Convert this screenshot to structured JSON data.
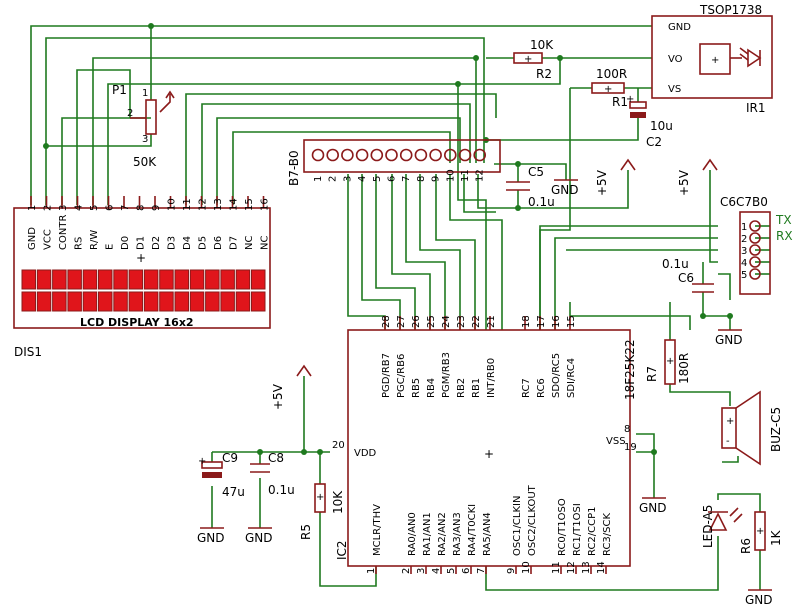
{
  "lcd": {
    "ref": "DIS1",
    "title": "LCD DISPLAY 16x2",
    "pins": [
      {
        "num": "1",
        "label": "GND"
      },
      {
        "num": "2",
        "label": "VCC"
      },
      {
        "num": "3",
        "label": "CONTR"
      },
      {
        "num": "4",
        "label": "RS"
      },
      {
        "num": "5",
        "label": "R/W"
      },
      {
        "num": "6",
        "label": "E"
      },
      {
        "num": "7",
        "label": "D0"
      },
      {
        "num": "8",
        "label": "D1"
      },
      {
        "num": "9",
        "label": "D2"
      },
      {
        "num": "10",
        "label": "D3"
      },
      {
        "num": "11",
        "label": "D4"
      },
      {
        "num": "12",
        "label": "D5"
      },
      {
        "num": "13",
        "label": "D6"
      },
      {
        "num": "14",
        "label": "D7"
      },
      {
        "num": "15",
        "label": "NC"
      },
      {
        "num": "16",
        "label": "NC"
      }
    ]
  },
  "pot": {
    "ref": "P1",
    "value": "50K",
    "pins": [
      "1",
      "2",
      "3"
    ]
  },
  "resistors": [
    {
      "ref": "R2",
      "value": "10K"
    },
    {
      "ref": "R1",
      "value": "100R"
    },
    {
      "ref": "R7",
      "value": "180R"
    },
    {
      "ref": "R5",
      "value": "10K"
    },
    {
      "ref": "R6",
      "value": "1K"
    }
  ],
  "capacitors": [
    {
      "ref": "C2",
      "value": "10u"
    },
    {
      "ref": "C5",
      "value": "0.1u"
    },
    {
      "ref": "C6",
      "value": "0.1u"
    },
    {
      "ref": "C9",
      "value": "47u"
    },
    {
      "ref": "C8",
      "value": "0.1u"
    }
  ],
  "ir": {
    "part": "TSOP1738",
    "ref": "IR1",
    "pins": [
      "GND",
      "VO",
      "VS"
    ]
  },
  "header_b": {
    "label": "B7-B0",
    "pins": [
      "1",
      "2",
      "3",
      "4",
      "5",
      "6",
      "7",
      "8",
      "9",
      "10",
      "11",
      "12"
    ]
  },
  "header_c": {
    "label": "C6C7B0",
    "pins": [
      "1",
      "2",
      "3",
      "4",
      "5"
    ],
    "tx": "TX",
    "rx": "RX"
  },
  "power": {
    "plus5v": "+5V",
    "gnd": "GND"
  },
  "mcu": {
    "ref": "IC2",
    "part": "18F25K22",
    "top_pins": [
      {
        "num": "28",
        "label": "PGD/RB7"
      },
      {
        "num": "27",
        "label": "PGC/RB6"
      },
      {
        "num": "26",
        "label": "RB5"
      },
      {
        "num": "25",
        "label": "RB4"
      },
      {
        "num": "24",
        "label": "PGM/RB3"
      },
      {
        "num": "23",
        "label": "RB2"
      },
      {
        "num": "22",
        "label": "RB1"
      },
      {
        "num": "21",
        "label": "INT/RB0"
      },
      {
        "num": "18",
        "label": "RC7"
      },
      {
        "num": "17",
        "label": "RC6"
      },
      {
        "num": "16",
        "label": "SDO/RC5"
      },
      {
        "num": "15",
        "label": "SDI/RC4"
      }
    ],
    "bottom_pins": [
      {
        "num": "1",
        "label": "MCLR/THV"
      },
      {
        "num": "2",
        "label": "RA0/AN0"
      },
      {
        "num": "3",
        "label": "RA1/AN1"
      },
      {
        "num": "4",
        "label": "RA2/AN2"
      },
      {
        "num": "5",
        "label": "RA3/AN3"
      },
      {
        "num": "6",
        "label": "RA4/T0CKI"
      },
      {
        "num": "7",
        "label": "RA5/AN4"
      },
      {
        "num": "9",
        "label": "OSC1/CLKIN"
      },
      {
        "num": "10",
        "label": "OSC2/CLKOUT"
      },
      {
        "num": "11",
        "label": "RC0/T1OSO"
      },
      {
        "num": "12",
        "label": "RC1/T1OSI"
      },
      {
        "num": "13",
        "label": "RC2/CCP1"
      },
      {
        "num": "14",
        "label": "RC3/SCK"
      }
    ],
    "left_pins": [
      {
        "num": "20",
        "label": "VDD"
      }
    ],
    "right_pins": [
      {
        "num": "8",
        "label": "VSS"
      },
      {
        "num": "19",
        "label": ""
      }
    ]
  },
  "buzzer": {
    "ref": "BUZ-C5",
    "plus": "+",
    "minus": "-"
  },
  "led": {
    "ref": "LED-A5"
  },
  "colors": {
    "wire": "#1f7a1f",
    "part": "#8b1a1a",
    "lcd_cell": "#e0151b"
  }
}
